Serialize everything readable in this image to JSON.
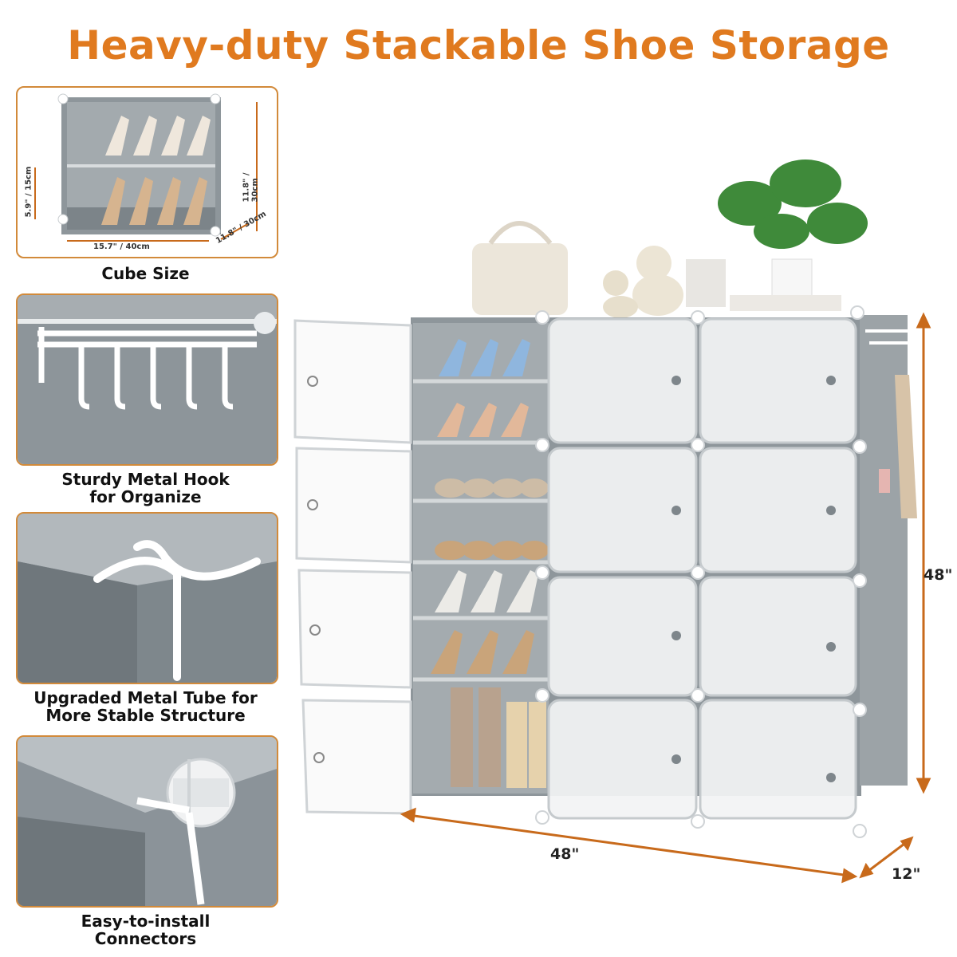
{
  "title": "Heavy-duty Stackable Shoe Storage",
  "panels": [
    {
      "caption": "Cube Size",
      "dims": {
        "width": "15.7\" / 40cm",
        "depth": "11.8\" / 30cm",
        "height": "11.8\" / 30cm",
        "shelf": "5.9\" / 15cm"
      }
    },
    {
      "caption_line1": "Sturdy Metal Hook",
      "caption_line2": "for Organize"
    },
    {
      "caption_line1": "Upgraded Metal Tube for",
      "caption_line2": "More Stable Structure"
    },
    {
      "caption_line1": "Easy-to-install",
      "caption_line2": "Connectors"
    }
  ],
  "product_dims": {
    "width": "48\"",
    "height": "48\"",
    "depth": "12\""
  },
  "colors": {
    "accent": "#e07a1f",
    "border": "#d28a3a",
    "cabinet": "#8f979c",
    "door": "#f4f5f6"
  }
}
